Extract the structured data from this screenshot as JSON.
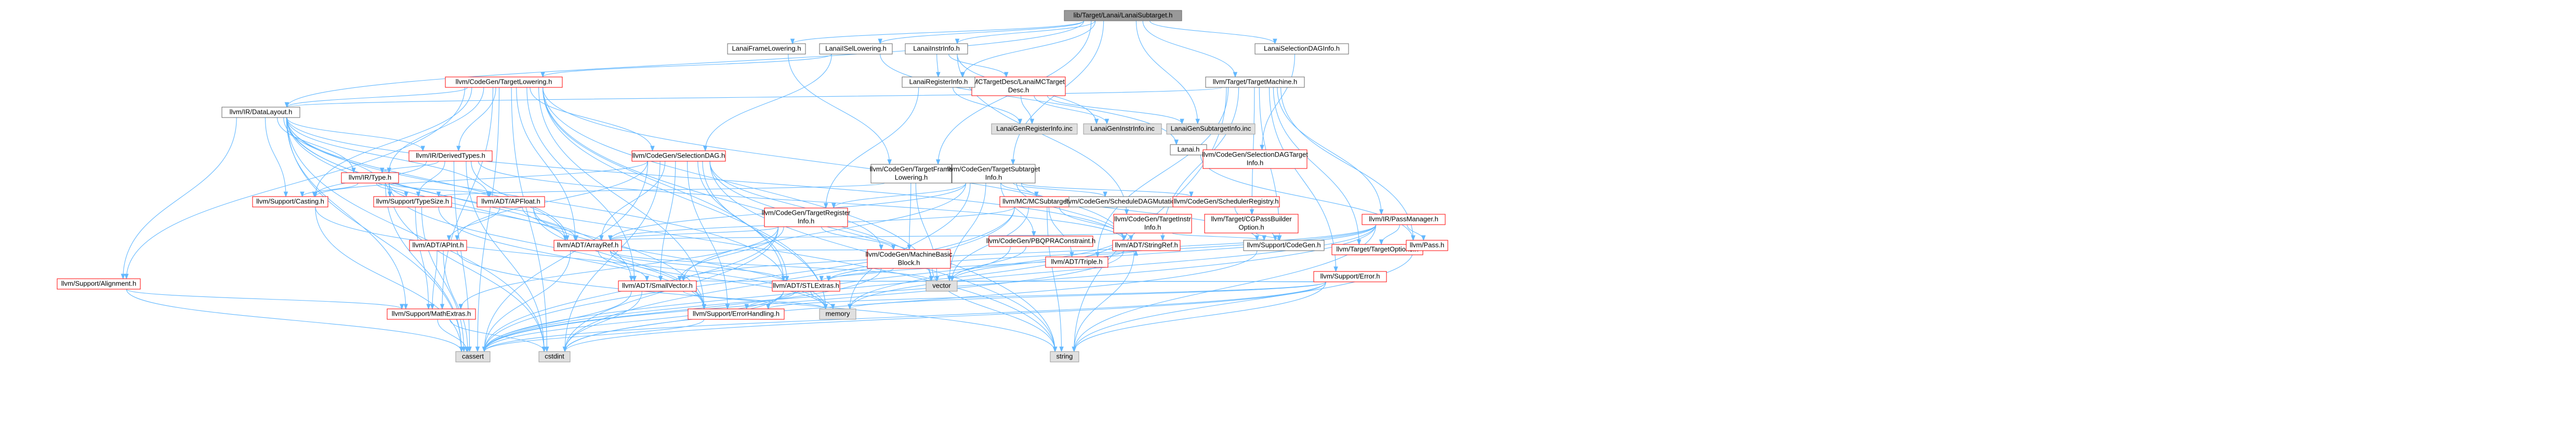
{
  "colors": {
    "root_fill": "#999999",
    "documented_fill": "#ffffff",
    "documented_border": "#ff0000",
    "plain_border": "#666666",
    "external_fill": "#e0e0e0",
    "external_border": "#999999",
    "edge": "#63b8ff"
  },
  "nodes": [
    {
      "id": "root",
      "label": [
        "lib/Target/Lanai/LanaiSubtarget.h"
      ],
      "kind": "root"
    },
    {
      "id": "framelow",
      "label": [
        "LanaiFrameLowering.h"
      ],
      "kind": "plain"
    },
    {
      "id": "isellow",
      "label": [
        "LanaiISelLowering.h"
      ],
      "kind": "plain"
    },
    {
      "id": "instrinfo",
      "label": [
        "LanaiInstrInfo.h"
      ],
      "kind": "plain"
    },
    {
      "id": "seldaginfo",
      "label": [
        "LanaiSelectionDAGInfo.h"
      ],
      "kind": "plain"
    },
    {
      "id": "cgtl",
      "label": [
        "llvm/CodeGen/TargetLowering.h"
      ],
      "kind": "doc"
    },
    {
      "id": "mctd",
      "label": [
        "MCTargetDesc/LanaiMCTarget",
        "Desc.h"
      ],
      "kind": "doc"
    },
    {
      "id": "reginfo",
      "label": [
        "LanaiRegisterInfo.h"
      ],
      "kind": "plain"
    },
    {
      "id": "tm",
      "label": [
        "llvm/Target/TargetMachine.h"
      ],
      "kind": "plain"
    },
    {
      "id": "dl",
      "label": [
        "llvm/IR/DataLayout.h"
      ],
      "kind": "plain"
    },
    {
      "id": "rinc",
      "label": [
        "LanaiGenRegisterInfo.inc"
      ],
      "kind": "ext"
    },
    {
      "id": "iinc",
      "label": [
        "LanaiGenInstrInfo.inc"
      ],
      "kind": "ext"
    },
    {
      "id": "sinc",
      "label": [
        "LanaiGenSubtargetInfo.inc"
      ],
      "kind": "ext"
    },
    {
      "id": "lanaih",
      "label": [
        "Lanai.h"
      ],
      "kind": "plain"
    },
    {
      "id": "cgsdti",
      "label": [
        "llvm/CodeGen/SelectionDAGTarget",
        "Info.h"
      ],
      "kind": "doc"
    },
    {
      "id": "dt",
      "label": [
        "llvm/IR/DerivedTypes.h"
      ],
      "kind": "doc"
    },
    {
      "id": "cgsdag",
      "label": [
        "llvm/CodeGen/SelectionDAG.h"
      ],
      "kind": "doc"
    },
    {
      "id": "cgtfl",
      "label": [
        "llvm/CodeGen/TargetFrame",
        "Lowering.h"
      ],
      "kind": "plain"
    },
    {
      "id": "cgtsi",
      "label": [
        "llvm/CodeGen/TargetSubtarget",
        "Info.h"
      ],
      "kind": "plain"
    },
    {
      "id": "cgpbo",
      "label": [
        "llvm/Target/CGPassBuilder",
        "Option.h"
      ],
      "kind": "doc"
    },
    {
      "id": "pm",
      "label": [
        "llvm/IR/PassManager.h"
      ],
      "kind": "doc"
    },
    {
      "id": "irtype",
      "label": [
        "llvm/IR/Type.h"
      ],
      "kind": "doc"
    },
    {
      "id": "apfloat",
      "label": [
        "llvm/ADT/APFloat.h"
      ],
      "kind": "doc"
    },
    {
      "id": "cgtri",
      "label": [
        "llvm/CodeGen/TargetRegister",
        "Info.h"
      ],
      "kind": "doc"
    },
    {
      "id": "mcsti",
      "label": [
        "llvm/MC/MCSubtargetInfo.h"
      ],
      "kind": "doc"
    },
    {
      "id": "sdagmut",
      "label": [
        "llvm/CodeGen/ScheduleDAGMutation.h"
      ],
      "kind": "plain"
    },
    {
      "id": "schedreg",
      "label": [
        "llvm/CodeGen/SchedulerRegistry.h"
      ],
      "kind": "doc"
    },
    {
      "id": "cgtii",
      "label": [
        "llvm/CodeGen/TargetInstr",
        "Info.h"
      ],
      "kind": "doc"
    },
    {
      "id": "tgtopt",
      "label": [
        "llvm/Target/TargetOptions.h"
      ],
      "kind": "doc"
    },
    {
      "id": "casting",
      "label": [
        "llvm/Support/Casting.h"
      ],
      "kind": "doc"
    },
    {
      "id": "typesize",
      "label": [
        "llvm/Support/TypeSize.h"
      ],
      "kind": "doc"
    },
    {
      "id": "apint",
      "label": [
        "llvm/ADT/APInt.h"
      ],
      "kind": "doc"
    },
    {
      "id": "arrayref",
      "label": [
        "llvm/ADT/ArrayRef.h"
      ],
      "kind": "doc"
    },
    {
      "id": "mbb",
      "label": [
        "llvm/CodeGen/MachineBasic",
        "Block.h"
      ],
      "kind": "doc"
    },
    {
      "id": "pbqp",
      "label": [
        "llvm/CodeGen/PBQPRAConstraint.h"
      ],
      "kind": "doc"
    },
    {
      "id": "triple",
      "label": [
        "llvm/ADT/Triple.h"
      ],
      "kind": "doc"
    },
    {
      "id": "stringref",
      "label": [
        "llvm/ADT/StringRef.h"
      ],
      "kind": "doc"
    },
    {
      "id": "codegen",
      "label": [
        "llvm/Support/CodeGen.h"
      ],
      "kind": "plain"
    },
    {
      "id": "supperr",
      "label": [
        "llvm/Support/Error.h"
      ],
      "kind": "doc"
    },
    {
      "id": "pass",
      "label": [
        "llvm/Pass.h"
      ],
      "kind": "doc"
    },
    {
      "id": "align",
      "label": [
        "llvm/Support/Alignment.h"
      ],
      "kind": "doc"
    },
    {
      "id": "smallvec",
      "label": [
        "llvm/ADT/SmallVector.h"
      ],
      "kind": "doc"
    },
    {
      "id": "stlext",
      "label": [
        "llvm/ADT/STLExtras.h"
      ],
      "kind": "doc"
    },
    {
      "id": "vector",
      "label": [
        "vector"
      ],
      "kind": "ext"
    },
    {
      "id": "mathext",
      "label": [
        "llvm/Support/MathExtras.h"
      ],
      "kind": "doc"
    },
    {
      "id": "errhand",
      "label": [
        "llvm/Support/ErrorHandling.h"
      ],
      "kind": "doc"
    },
    {
      "id": "memory",
      "label": [
        "memory"
      ],
      "kind": "ext"
    },
    {
      "id": "cassert",
      "label": [
        "cassert"
      ],
      "kind": "ext"
    },
    {
      "id": "cstdint",
      "label": [
        "cstdint"
      ],
      "kind": "ext"
    },
    {
      "id": "string",
      "label": [
        "string"
      ],
      "kind": "ext"
    }
  ],
  "edges": [
    [
      "root",
      "framelow"
    ],
    [
      "root",
      "isellow"
    ],
    [
      "root",
      "instrinfo"
    ],
    [
      "root",
      "seldaginfo"
    ],
    [
      "root",
      "reginfo"
    ],
    [
      "root",
      "sinc"
    ],
    [
      "root",
      "dl"
    ],
    [
      "root",
      "cgtfl"
    ],
    [
      "root",
      "cgtsi"
    ],
    [
      "root",
      "tm"
    ],
    [
      "framelow",
      "cgtfl"
    ],
    [
      "isellow",
      "cgtl"
    ],
    [
      "isellow",
      "cgsdag"
    ],
    [
      "isellow",
      "lanaih"
    ],
    [
      "instrinfo",
      "mctd"
    ],
    [
      "instrinfo",
      "reginfo"
    ],
    [
      "instrinfo",
      "iinc"
    ],
    [
      "instrinfo",
      "cgtii"
    ],
    [
      "mctd",
      "rinc"
    ],
    [
      "mctd",
      "iinc"
    ],
    [
      "mctd",
      "sinc"
    ],
    [
      "reginfo",
      "rinc"
    ],
    [
      "reginfo",
      "cgtri"
    ],
    [
      "seldaginfo",
      "cgsdti"
    ],
    [
      "tm",
      "dl"
    ],
    [
      "tm",
      "cgpbo"
    ],
    [
      "tm",
      "pm"
    ],
    [
      "tm",
      "pass"
    ],
    [
      "tm",
      "codegen"
    ],
    [
      "tm",
      "supperr"
    ],
    [
      "tm",
      "tgtopt"
    ],
    [
      "tm",
      "stringref"
    ],
    [
      "tm",
      "triple"
    ],
    [
      "tm",
      "string"
    ],
    [
      "lanaih",
      "pass"
    ],
    [
      "cgtl",
      "dl"
    ],
    [
      "cgtl",
      "dt"
    ],
    [
      "cgtl",
      "cgsdag"
    ],
    [
      "cgtl",
      "irtype"
    ],
    [
      "cgtl",
      "casting"
    ],
    [
      "cgtl",
      "arrayref"
    ],
    [
      "cgtl",
      "smallvec"
    ],
    [
      "cgtl",
      "stlext"
    ],
    [
      "cgtl",
      "stringref"
    ],
    [
      "cgtl",
      "errhand"
    ],
    [
      "cgtl",
      "align"
    ],
    [
      "cgtl",
      "mathext"
    ],
    [
      "cgtl",
      "cassert"
    ],
    [
      "cgtl",
      "cstdint"
    ],
    [
      "cgtl",
      "vector"
    ],
    [
      "cgtl",
      "memory"
    ],
    [
      "cgtl",
      "string"
    ],
    [
      "dl",
      "dt"
    ],
    [
      "dl",
      "irtype"
    ],
    [
      "dl",
      "align"
    ],
    [
      "dl",
      "casting"
    ],
    [
      "dl",
      "typesize"
    ],
    [
      "dl",
      "apfloat"
    ],
    [
      "dl",
      "arrayref"
    ],
    [
      "dl",
      "smallvec"
    ],
    [
      "dl",
      "stlext"
    ],
    [
      "dl",
      "stringref"
    ],
    [
      "dl",
      "errhand"
    ],
    [
      "dl",
      "mathext"
    ],
    [
      "dl",
      "cassert"
    ],
    [
      "dl",
      "cstdint"
    ],
    [
      "dl",
      "string"
    ],
    [
      "dt",
      "irtype"
    ],
    [
      "dt",
      "arrayref"
    ],
    [
      "dt",
      "stringref"
    ],
    [
      "dt",
      "casting"
    ],
    [
      "dt",
      "typesize"
    ],
    [
      "dt",
      "cassert"
    ],
    [
      "dt",
      "cstdint"
    ],
    [
      "irtype",
      "apfloat"
    ],
    [
      "irtype",
      "arrayref"
    ],
    [
      "irtype",
      "casting"
    ],
    [
      "irtype",
      "typesize"
    ],
    [
      "irtype",
      "errhand"
    ],
    [
      "irtype",
      "cassert"
    ],
    [
      "irtype",
      "cstdint"
    ],
    [
      "cgsdag",
      "apint"
    ],
    [
      "cgsdag",
      "arrayref"
    ],
    [
      "cgsdag",
      "smallvec"
    ],
    [
      "cgsdag",
      "stlext"
    ],
    [
      "cgsdag",
      "mbb"
    ],
    [
      "cgsdag",
      "casting"
    ],
    [
      "cgsdag",
      "errhand"
    ],
    [
      "cgsdag",
      "cassert"
    ],
    [
      "cgsdag",
      "cstdint"
    ],
    [
      "cgsdag",
      "vector"
    ],
    [
      "cgsdag",
      "memory"
    ],
    [
      "cgsdag",
      "string"
    ],
    [
      "cgtfl",
      "mbb"
    ],
    [
      "cgtfl",
      "typesize"
    ],
    [
      "cgtfl",
      "vector"
    ],
    [
      "cgtsi",
      "cgtri"
    ],
    [
      "cgtsi",
      "mcsti"
    ],
    [
      "cgtsi",
      "sdagmut"
    ],
    [
      "cgtsi",
      "schedreg"
    ],
    [
      "cgtsi",
      "pbqp"
    ],
    [
      "cgtsi",
      "arrayref"
    ],
    [
      "cgtsi",
      "codegen"
    ],
    [
      "cgtsi",
      "vector"
    ],
    [
      "cgtsi",
      "memory"
    ],
    [
      "cgtsi",
      "smallvec"
    ],
    [
      "cgtsi",
      "stringref"
    ],
    [
      "cgtri",
      "mbb"
    ],
    [
      "cgtri",
      "arrayref"
    ],
    [
      "cgtri",
      "smallvec"
    ],
    [
      "cgtri",
      "mathext"
    ],
    [
      "cgtri",
      "cassert"
    ],
    [
      "cgtri",
      "cstdint"
    ],
    [
      "mcsti",
      "triple"
    ],
    [
      "mcsti",
      "stringref"
    ],
    [
      "mcsti",
      "arrayref"
    ],
    [
      "mcsti",
      "string"
    ],
    [
      "mcsti",
      "vector"
    ],
    [
      "mcsti",
      "cassert"
    ],
    [
      "mcsti",
      "cstdint"
    ],
    [
      "schedreg",
      "codegen"
    ],
    [
      "cgtii",
      "arrayref"
    ],
    [
      "cgtii",
      "codegen"
    ],
    [
      "cgtii",
      "errhand"
    ],
    [
      "cgtii",
      "cassert"
    ],
    [
      "cgpbo",
      "codegen"
    ],
    [
      "pm",
      "stlext"
    ],
    [
      "pm",
      "smallvec"
    ],
    [
      "pm",
      "pass"
    ],
    [
      "pm",
      "tgtopt"
    ],
    [
      "pm",
      "memory"
    ],
    [
      "pm",
      "vector"
    ],
    [
      "pm",
      "cassert"
    ],
    [
      "pm",
      "string"
    ],
    [
      "supperr",
      "stlext"
    ],
    [
      "supperr",
      "smallvec"
    ],
    [
      "supperr",
      "errhand"
    ],
    [
      "supperr",
      "cassert"
    ],
    [
      "supperr",
      "cstdint"
    ],
    [
      "supperr",
      "memory"
    ],
    [
      "supperr",
      "string"
    ],
    [
      "supperr",
      "vector"
    ],
    [
      "pass",
      "string"
    ],
    [
      "apfloat",
      "apint"
    ],
    [
      "apfloat",
      "arrayref"
    ],
    [
      "apfloat",
      "errhand"
    ],
    [
      "apfloat",
      "memory"
    ],
    [
      "apint",
      "mathext"
    ],
    [
      "apint",
      "cassert"
    ],
    [
      "apint",
      "string"
    ],
    [
      "arrayref",
      "smallvec"
    ],
    [
      "arrayref",
      "stlext"
    ],
    [
      "arrayref",
      "cassert"
    ],
    [
      "arrayref",
      "memory"
    ],
    [
      "arrayref",
      "vector"
    ],
    [
      "mbb",
      "arrayref"
    ],
    [
      "mbb",
      "stlext"
    ],
    [
      "mbb",
      "cassert"
    ],
    [
      "mbb",
      "string"
    ],
    [
      "smallvec",
      "memory"
    ],
    [
      "smallvec",
      "cassert"
    ],
    [
      "smallvec",
      "cstdint"
    ],
    [
      "stlext",
      "errhand"
    ],
    [
      "stlext",
      "cassert"
    ],
    [
      "stlext",
      "cstdint"
    ],
    [
      "stlext",
      "memory"
    ],
    [
      "stringref",
      "stlext"
    ],
    [
      "stringref",
      "string"
    ],
    [
      "stringref",
      "cassert"
    ],
    [
      "triple",
      "stringref"
    ],
    [
      "typesize",
      "mathext"
    ],
    [
      "typesize",
      "errhand"
    ],
    [
      "typesize",
      "cassert"
    ],
    [
      "align",
      "mathext"
    ],
    [
      "align",
      "cassert"
    ],
    [
      "casting",
      "cassert"
    ],
    [
      "casting",
      "memory"
    ],
    [
      "mathext",
      "cassert"
    ],
    [
      "mathext",
      "cstdint"
    ],
    [
      "errhand",
      "cassert"
    ],
    [
      "pbqp",
      "memory"
    ],
    [
      "pbqp",
      "vector"
    ],
    [
      "codegen",
      "cstdint"
    ]
  ]
}
